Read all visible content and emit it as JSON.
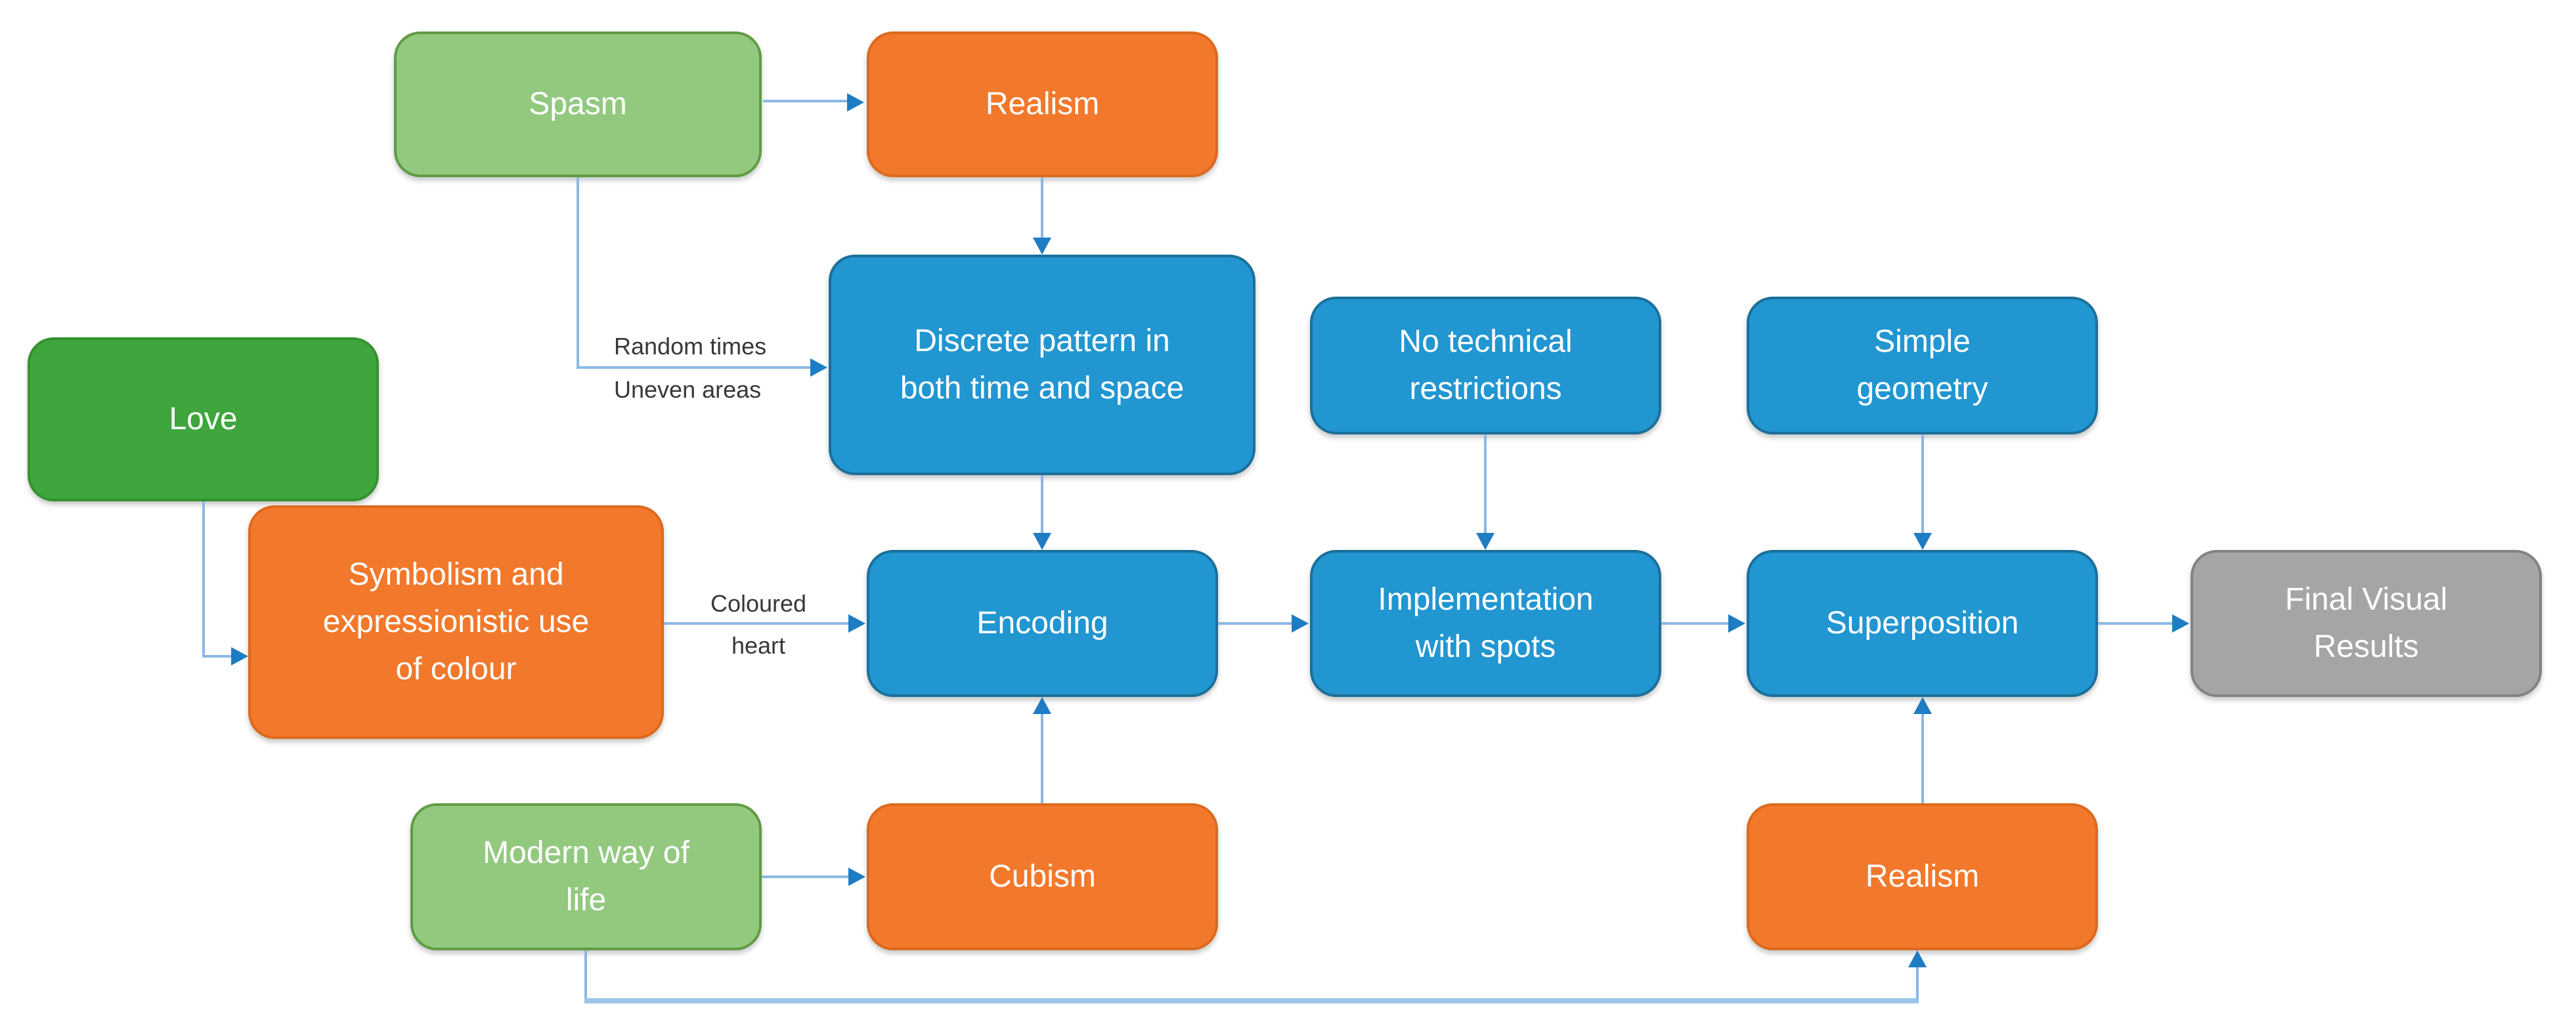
{
  "diagram": {
    "nodes": [
      {
        "id": "spasm",
        "color": "light_green",
        "label": "Spasm",
        "lines": [
          "Spasm"
        ]
      },
      {
        "id": "realism-top",
        "color": "orange",
        "label": "Realism",
        "lines": [
          "Realism"
        ]
      },
      {
        "id": "discrete-pattern",
        "color": "blue",
        "label": "Discrete pattern in both time and space",
        "lines": [
          "Discrete pattern in",
          "both time and space"
        ]
      },
      {
        "id": "no-technical",
        "color": "blue",
        "label": "No technical restrictions",
        "lines": [
          "No technical",
          "restrictions"
        ]
      },
      {
        "id": "simple-geometry",
        "color": "blue",
        "label": "Simple geometry",
        "lines": [
          "Simple",
          "geometry"
        ]
      },
      {
        "id": "love",
        "color": "dark_green",
        "label": "Love",
        "lines": [
          "Love"
        ]
      },
      {
        "id": "symbolism",
        "color": "orange",
        "label": "Symbolism and expressionistic use of colour",
        "lines": [
          "Symbolism and",
          "expressionistic use",
          "of colour"
        ]
      },
      {
        "id": "encoding",
        "color": "blue",
        "label": "Encoding",
        "lines": [
          "Encoding"
        ]
      },
      {
        "id": "implementation",
        "color": "blue",
        "label": "Implementation with spots",
        "lines": [
          "Implementation",
          "with spots"
        ]
      },
      {
        "id": "superposition",
        "color": "blue",
        "label": "Superposition",
        "lines": [
          "Superposition"
        ]
      },
      {
        "id": "final-results",
        "color": "gray",
        "label": "Final Visual Results",
        "lines": [
          "Final Visual",
          "Results"
        ]
      },
      {
        "id": "modern-way",
        "color": "light_green",
        "label": "Modern way of life",
        "lines": [
          "Modern way of",
          "life"
        ]
      },
      {
        "id": "cubism",
        "color": "orange",
        "label": "Cubism",
        "lines": [
          "Cubism"
        ]
      },
      {
        "id": "realism-bottom",
        "color": "orange",
        "label": "Realism",
        "lines": [
          "Realism"
        ]
      }
    ],
    "edges": [
      {
        "from": "spasm",
        "to": "realism-top",
        "label": ""
      },
      {
        "from": "spasm",
        "to": "discrete-pattern",
        "label": "Random times Uneven areas"
      },
      {
        "from": "realism-top",
        "to": "discrete-pattern",
        "label": ""
      },
      {
        "from": "discrete-pattern",
        "to": "encoding",
        "label": ""
      },
      {
        "from": "love",
        "to": "symbolism",
        "label": ""
      },
      {
        "from": "symbolism",
        "to": "encoding",
        "label": "Coloured heart"
      },
      {
        "from": "encoding",
        "to": "implementation",
        "label": ""
      },
      {
        "from": "no-technical",
        "to": "implementation",
        "label": ""
      },
      {
        "from": "implementation",
        "to": "superposition",
        "label": ""
      },
      {
        "from": "simple-geometry",
        "to": "superposition",
        "label": ""
      },
      {
        "from": "superposition",
        "to": "final-results",
        "label": ""
      },
      {
        "from": "modern-way",
        "to": "cubism",
        "label": ""
      },
      {
        "from": "cubism",
        "to": "encoding",
        "label": ""
      },
      {
        "from": "realism-bottom",
        "to": "superposition",
        "label": ""
      },
      {
        "from": "modern-way",
        "to": "realism-bottom",
        "label": ""
      }
    ],
    "edge_labels": {
      "random_times": {
        "line1": "Random times",
        "line2": "Uneven areas"
      },
      "coloured_heart": {
        "line1": "Coloured",
        "line2": "heart"
      }
    },
    "palette": {
      "dark_green": "#3EA63C",
      "dark_green_border": "#35922F",
      "light_green": "#92C97F",
      "light_green_border": "#5F9C42",
      "orange": "#F2782B",
      "orange_border": "#DC6A1E",
      "blue": "#2196D1",
      "blue_border": "#1B7099",
      "gray": "#A5A5A5",
      "gray_border": "#828282",
      "line": "#8AB8E4",
      "line_thick": "#9CC6EA",
      "arrow": "#1E7DC2",
      "label_text": "#383838"
    }
  }
}
